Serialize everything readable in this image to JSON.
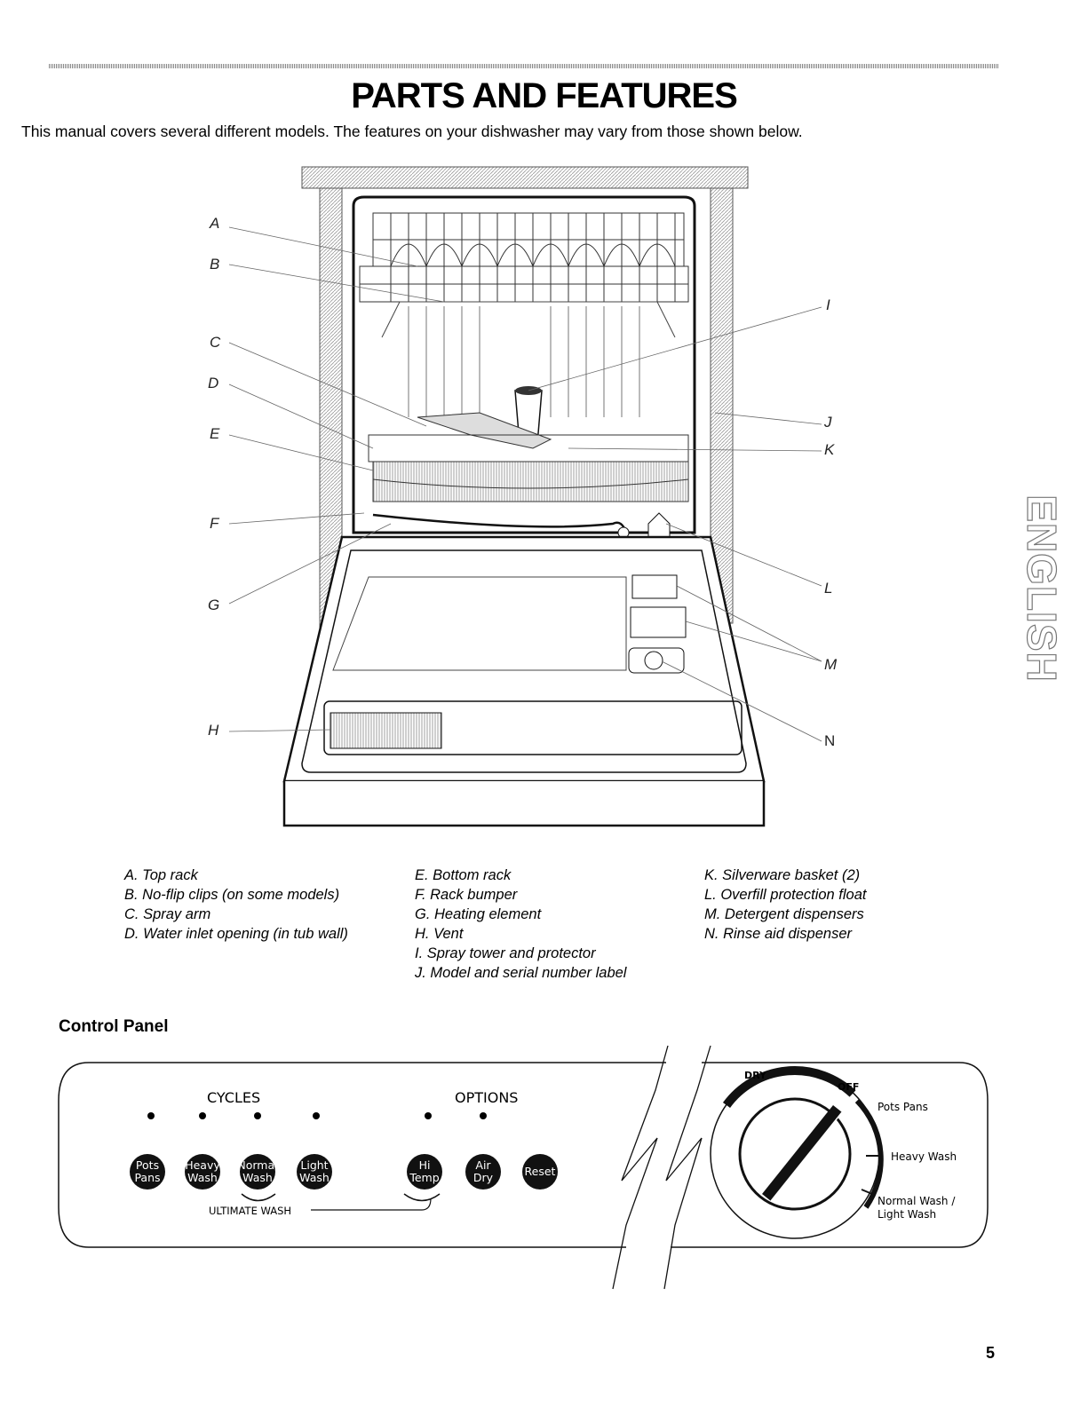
{
  "header": {
    "title": "PARTS AND FEATURES",
    "intro": "This manual covers several different models. The features on your dishwasher may vary from those shown below."
  },
  "diagram": {
    "letters_left": [
      "A",
      "B",
      "C",
      "D",
      "E",
      "F",
      "G",
      "H"
    ],
    "letters_right": [
      "I",
      "J",
      "K",
      "L",
      "M",
      "N"
    ]
  },
  "legend": {
    "col1": [
      "A. Top rack",
      "B. No-flip clips (on some models)",
      "C. Spray arm",
      "D. Water inlet opening (in tub wall)"
    ],
    "col2": [
      "E. Bottom rack",
      "F. Rack bumper",
      "G. Heating element",
      "H. Vent",
      "I. Spray tower and protector",
      "J. Model and serial number label"
    ],
    "col3": [
      "K. Silverware basket (2)",
      "L. Overfill protection float",
      "M. Detergent dispensers",
      "N. Rinse aid dispenser"
    ]
  },
  "control_panel": {
    "title": "Control Panel",
    "cycles_label": "CYCLES",
    "options_label": "OPTIONS",
    "ultimate_wash_label": "ULTIMATE WASH",
    "cycle_buttons": [
      {
        "line1": "Pots",
        "line2": "Pans"
      },
      {
        "line1": "Heavy",
        "line2": "Wash"
      },
      {
        "line1": "Normal",
        "line2": "Wash"
      },
      {
        "line1": "Light",
        "line2": "Wash"
      }
    ],
    "option_buttons": [
      {
        "line1": "Hi",
        "line2": "Temp"
      },
      {
        "line1": "Air",
        "line2": "Dry"
      },
      {
        "line1": "Reset",
        "line2": ""
      }
    ],
    "dial": {
      "dry_label": "DRY",
      "off_label": "OFF",
      "pots_pans": "Pots Pans",
      "heavy_wash": "Heavy Wash",
      "normal_wash": "Normal Wash /",
      "light_wash": "Light Wash"
    }
  },
  "side_tab": "ENGLISH",
  "page_number": "5"
}
